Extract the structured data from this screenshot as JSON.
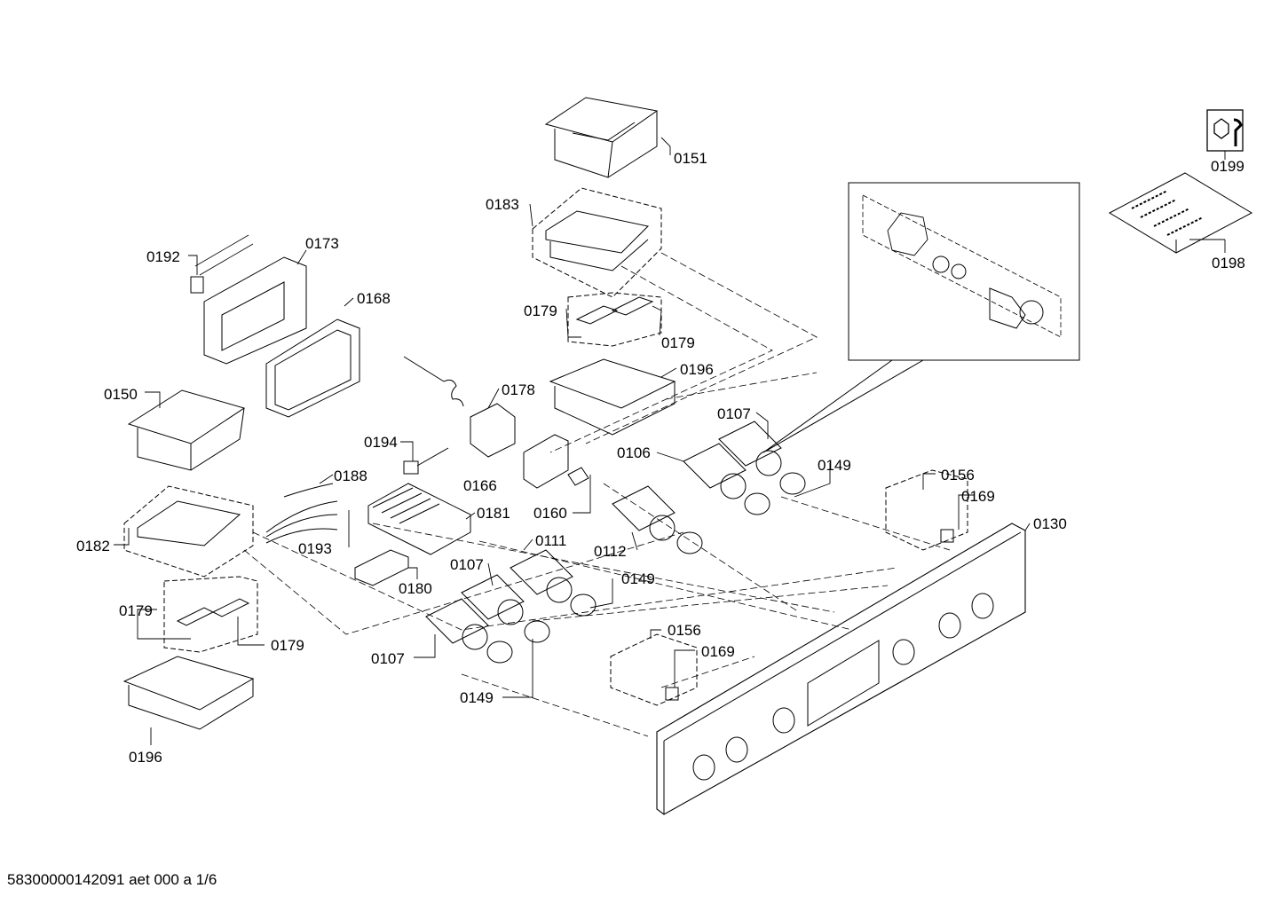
{
  "document": {
    "footer_id": "58300000142091 aet 000 a 1/6"
  },
  "parts": {
    "p0151": "0151",
    "p0183": "0183",
    "p0199": "0199",
    "p0198": "0198",
    "p0192": "0192",
    "p0173": "0173",
    "p0168": "0168",
    "p0179_top_left": "0179",
    "p0179_top_right": "0179",
    "p0178": "0178",
    "p0196_top": "0196",
    "p0150": "0150",
    "p0194": "0194",
    "p0107_top": "0107",
    "p0188": "0188",
    "p0106": "0106",
    "p0149_top": "0149",
    "p0156_right": "0156",
    "p0166": "0166",
    "p0169_right": "0169",
    "p0181": "0181",
    "p0160": "0160",
    "p0130": "0130",
    "p0182": "0182",
    "p0193": "0193",
    "p0111": "0111",
    "p0112": "0112",
    "p0107_mid": "0107",
    "p0149_mid": "0149",
    "p0180": "0180",
    "p0179_bottom_left": "0179",
    "p0156_mid": "0156",
    "p0179_bottom_right": "0179",
    "p0169_mid": "0169",
    "p0107_low": "0107",
    "p0149_low": "0149",
    "p0196_bottom": "0196"
  },
  "colors": {
    "line": "#000000",
    "background": "#ffffff"
  }
}
